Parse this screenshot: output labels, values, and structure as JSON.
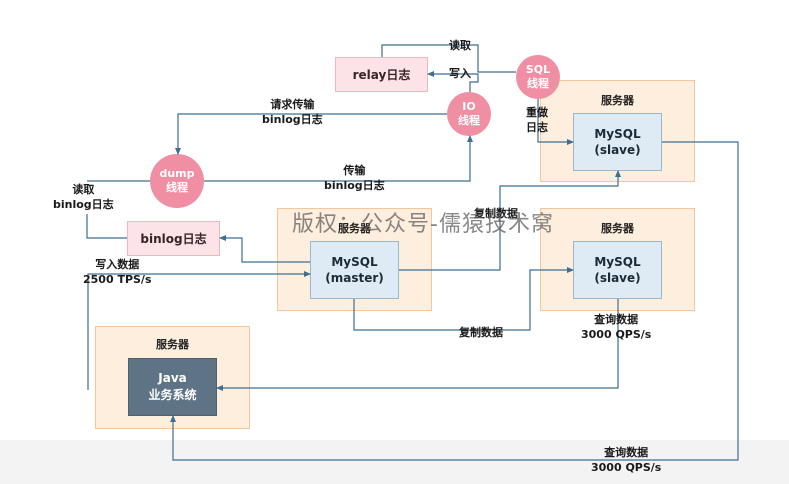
{
  "diagram": {
    "servers": {
      "slave1": {
        "title": "服务器",
        "mysql_line1": "MySQL",
        "mysql_line2": "(slave)"
      },
      "master": {
        "title": "服务器",
        "mysql_line1": "MySQL",
        "mysql_line2": "(master)"
      },
      "slave2": {
        "title": "服务器",
        "mysql_line1": "MySQL",
        "mysql_line2": "(slave)"
      },
      "java": {
        "title": "服务器",
        "java_line1": "Java",
        "java_line2": "业务系统"
      }
    },
    "logs": {
      "relay": "relay日志",
      "binlog": "binlog日志"
    },
    "threads": {
      "sql": {
        "line1": "SQL",
        "line2": "线程"
      },
      "io": {
        "line1": "IO",
        "line2": "线程"
      },
      "dump": {
        "line1": "dump",
        "line2": "线程"
      }
    },
    "labels": {
      "read_top": "读取",
      "write_relay": "写入",
      "redo_line1": "重做",
      "redo_line2": "日志",
      "request_line1": "请求传输",
      "request_line2": "binlog日志",
      "transfer_line1": "传输",
      "transfer_line2": "binlog日志",
      "read_binlog_line1": "读取",
      "read_binlog_line2": "binlog日志",
      "write_data_line1": "写入数据",
      "write_data_line2": "2500 TPS/s",
      "replicate_top": "复制数据",
      "replicate_bottom": "复制数据",
      "query_mid_line1": "查询数据",
      "query_mid_line2": "3000 QPS/s",
      "query_bottom_line1": "查询数据",
      "query_bottom_line2": "3000 QPS/s"
    },
    "watermark": "版权：公众号-儒猿技术窝",
    "colors": {
      "server_bg": "#fdeedd",
      "mysql_bg": "#deebf4",
      "java_bg": "#5f7386",
      "log_bg": "#fbe3e7",
      "thread_bg": "#f08ea4",
      "line": "#3d6f91"
    }
  }
}
